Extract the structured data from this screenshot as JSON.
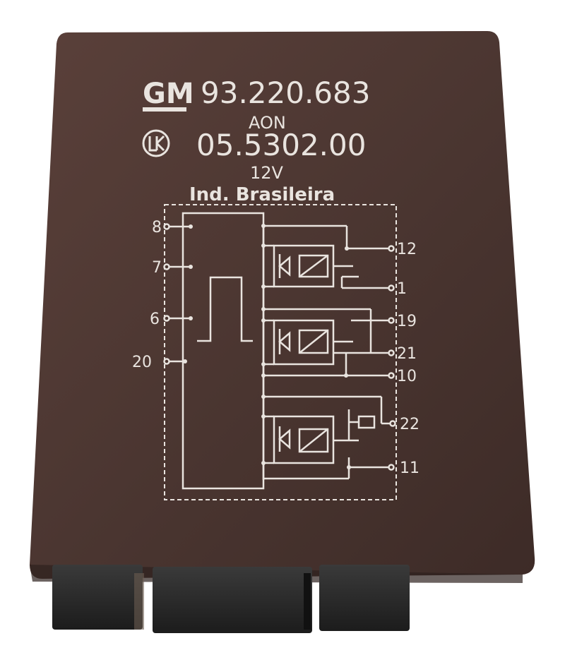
{
  "module": {
    "brand": "GM",
    "part_number": "93.220.683",
    "code": "AON",
    "manufacturer_logo": "lk-circle-logo",
    "manufacturer_part_number": "05.5302.00",
    "voltage": "12V",
    "origin": "Ind. Brasileira"
  },
  "schematic": {
    "left_pins": [
      "8",
      "7",
      "6",
      "20"
    ],
    "right_pins": [
      "12",
      "1",
      "19",
      "21",
      "10",
      "22",
      "11"
    ]
  },
  "colors": {
    "housing": "#4a3530",
    "print": "#e9e4df",
    "connector": "#2a2a2a"
  }
}
